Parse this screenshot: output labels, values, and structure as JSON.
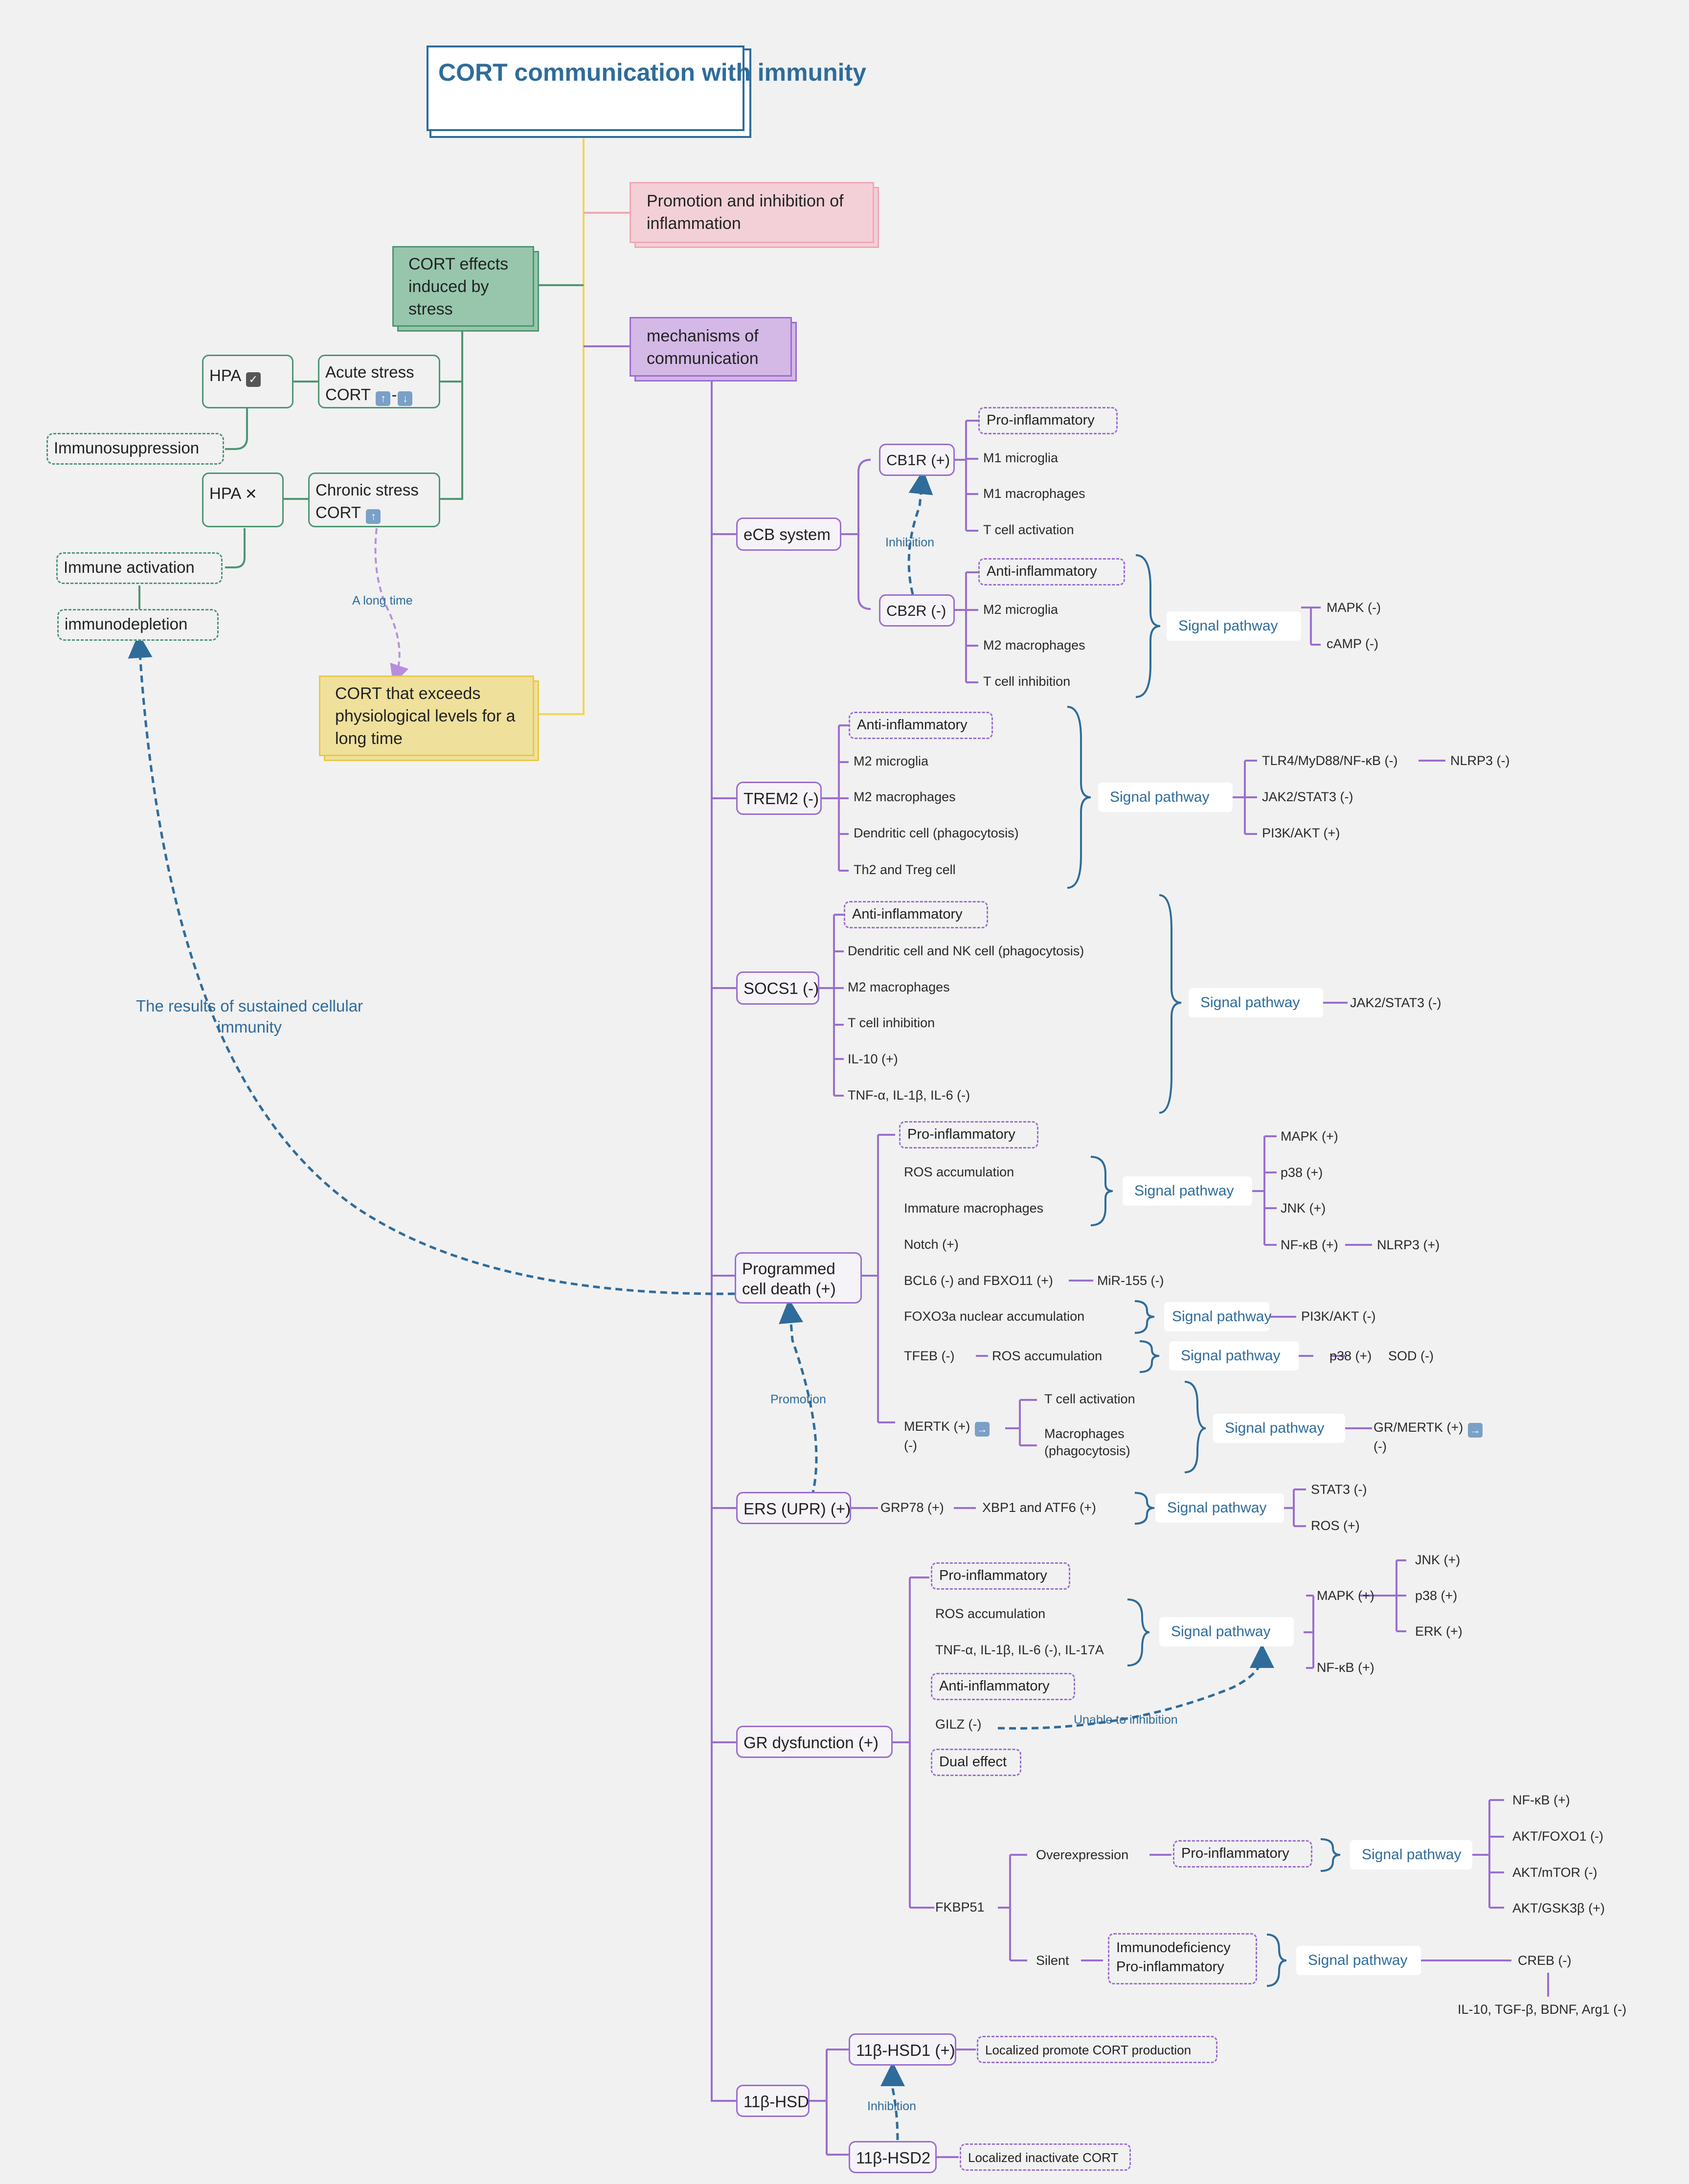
{
  "title": "CORT communication with immunity",
  "branches": {
    "promotion": "Promotion and inhibition of inflammation",
    "effects": "CORT effects induced by stress",
    "mechanisms": "mechanisms of communication",
    "exceeds": "CORT that exceeds physiological levels for a long time"
  },
  "stress": {
    "hpa_acute": "HPA",
    "acute_stress": "Acute stress",
    "cort_acute": "CORT",
    "immunosuppression": "Immunosuppression",
    "hpa_chronic": "HPA",
    "chronic_stress": "Chronic stress",
    "cort_chronic": "CORT",
    "immune_activation": "Immune activation",
    "immunodepletion": "immunodepletion",
    "long_time": "A long time",
    "sustained": "The results of sustained cellular immunity"
  },
  "ecb": {
    "label": "eCB system",
    "cb1r": "CB1R (+)",
    "cb2r": "CB2R (-)",
    "inhibition": "Inhibition",
    "pro": "Pro-inflammatory",
    "m1_microglia": "M1 microglia",
    "m1_macrophages": "M1 macrophages",
    "t_activation": "T cell activation",
    "anti": "Anti-inflammatory",
    "m2_microglia": "M2 microglia",
    "m2_macrophages": "M2 macrophages",
    "t_inhibition": "T cell inhibition",
    "signal": "Signal pathway",
    "mapk": "MAPK (-)",
    "camp": "cAMP (-)"
  },
  "trem2": {
    "label": "TREM2 (-)",
    "anti": "Anti-inflammatory",
    "m2_microglia": "M2 microglia",
    "m2_macrophages": "M2 macrophages",
    "dendritic": "Dendritic cell (phagocytosis)",
    "th2": "Th2 and Treg cell",
    "signal": "Signal pathway",
    "tlr4": "TLR4/MyD88/NF-κB (-)",
    "nlrp3": "NLRP3 (-)",
    "jak2": "JAK2/STAT3 (-)",
    "pi3k": "PI3K/AKT (+)"
  },
  "socs1": {
    "label": "SOCS1 (-)",
    "anti": "Anti-inflammatory",
    "dendritic_nk": "Dendritic cell and NK cell (phagocytosis)",
    "m2_macrophages": "M2 macrophages",
    "t_inhibition": "T cell inhibition",
    "il10": "IL-10 (+)",
    "tnf": "TNF-α, IL-1β, IL-6 (-)",
    "signal": "Signal pathway",
    "jak2": "JAK2/STAT3 (-)"
  },
  "pcd": {
    "label": "Programmed cell death (+)",
    "pro": "Pro-inflammatory",
    "ros": "ROS accumulation",
    "immature": "Immature macrophages",
    "signal1": "Signal pathway",
    "mapk": "MAPK (+)",
    "p38": "p38 (+)",
    "jnk": "JNK (+)",
    "nfkb": "NF-κB (+)",
    "nlrp3": "NLRP3 (+)",
    "notch": "Notch (+)",
    "bcl6": "BCL6 (-) and FBXO11 (+)",
    "mir155": "MiR-155 (-)",
    "foxo3a": "FOXO3a nuclear accumulation",
    "signal2": "Signal pathway",
    "pi3k": "PI3K/AKT (-)",
    "tfeb": "TFEB (-)",
    "ros2": "ROS accumulation",
    "signal3": "Signal pathway",
    "p38b": "p38 (+)",
    "sod": "SOD (-)",
    "mertk": "MERTK (+)",
    "mertk_tail": "(-)",
    "t_activation": "T cell activation",
    "macrophages": "Macrophages (phagocytosis)",
    "signal4": "Signal pathway",
    "grmertk": "GR/MERTK (+)",
    "grmertk_tail": "(-)",
    "promotion": "Promotion"
  },
  "ers": {
    "label": "ERS (UPR) (+)",
    "grp78": "GRP78 (+)",
    "xbp1": "XBP1 and ATF6 (+)",
    "signal": "Signal pathway",
    "stat3": "STAT3 (-)",
    "ros": "ROS (+)"
  },
  "gr": {
    "label": "GR dysfunction (+)",
    "pro": "Pro-inflammatory",
    "ros": "ROS accumulation",
    "tnf": "TNF-α, IL-1β, IL-6 (-), IL-17A",
    "signal": "Signal pathway",
    "mapk": "MAPK (+)",
    "jnk": "JNK (+)",
    "p38": "p38 (+)",
    "erk": "ERK (+)",
    "nfkb": "NF-κB (+)",
    "anti": "Anti-inflammatory",
    "gilz": "GILZ (-)",
    "unable": "Unable to inhibition",
    "dual": "Dual effect",
    "fkbp51": "FKBP51",
    "overexpression": "Overexpression",
    "pro2": "Pro-inflammatory",
    "signal2": "Signal pathway",
    "nfkb2": "NF-κB (+)",
    "aktfoxo": "AKT/FOXO1 (-)",
    "aktmtor": "AKT/mTOR (-)",
    "aktgsk": "AKT/GSK3β (+)",
    "silent": "Silent",
    "immunodef": "Immunodeficiency",
    "pro3": "Pro-inflammatory",
    "signal3": "Signal pathway",
    "creb": "CREB (-)",
    "il10": "IL-10, TGF-β, BDNF, Arg1 (-)"
  },
  "hsd": {
    "label": "11β-HSD",
    "hsd1": "11β-HSD1 (+)",
    "hsd1_note": "Localized promote CORT production",
    "inhibition": "Inhibition",
    "hsd2": "11β-HSD2",
    "hsd2_note": "Localized inactivate CORT"
  },
  "colors": {
    "yellow_line": "#f0d55a",
    "pink_line": "#f2a6b6",
    "green": "#4d9674",
    "purple": "#9b6ed0",
    "blue": "#2f6c9b",
    "background": "#f1f1f1"
  }
}
